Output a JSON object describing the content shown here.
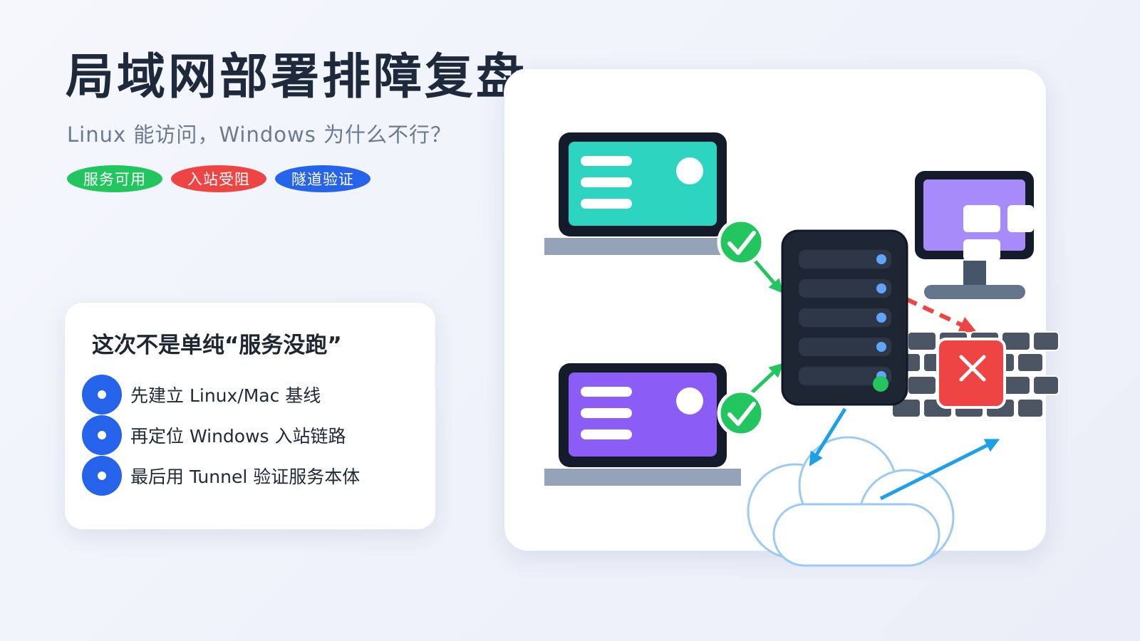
{
  "header": {
    "title": "局域网部署排障复盘",
    "subtitle": "Linux 能访问，Windows 为什么不行？"
  },
  "tags": [
    {
      "label": "服务可用",
      "color": "#22c55e"
    },
    {
      "label": "入站受阻",
      "color": "#ef4444"
    },
    {
      "label": "隧道验证",
      "color": "#2563eb"
    }
  ],
  "checklist": {
    "heading": "这次不是单纯“服务没跑”",
    "items": [
      {
        "label": "先建立 Linux/Mac 基线"
      },
      {
        "label": "再定位 Windows 入站链路"
      },
      {
        "label": "最后用 Tunnel 验证服务本体"
      }
    ]
  },
  "illustration": {
    "icons": [
      "laptop-teal-icon",
      "laptop-purple-icon",
      "check-icon",
      "server-icon",
      "monitor-icon",
      "firewall-icon",
      "blocked-x-icon",
      "cloud-icon"
    ],
    "colors": {
      "success": "#22c55e",
      "blocked": "#ef4444",
      "tunnel": "#1ea0e6",
      "laptop_teal": "#2dd4bf",
      "laptop_purple": "#8b5cf6",
      "monitor": "#a78bfa",
      "server": "#1e2533"
    }
  }
}
